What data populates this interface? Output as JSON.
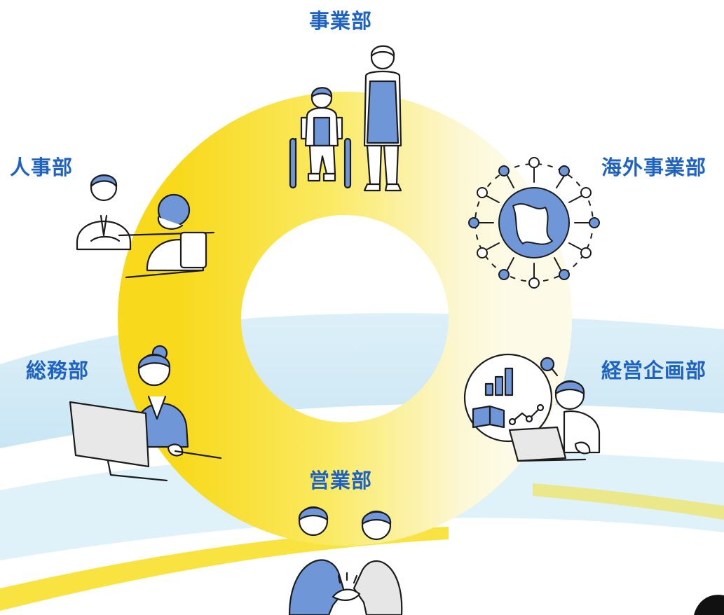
{
  "colors": {
    "label": "#1e63c4",
    "ring_yellow": "#f9e21e",
    "ring_fade": "#fbf6c9",
    "sky_band": "#cfe9f6",
    "figure_blue": "#6f97d8",
    "line": "#1c1c1c",
    "skin": "#ffffff"
  },
  "departments": {
    "top": {
      "label": "事業部",
      "icon": "caregiver-wheelchair-icon"
    },
    "top_left": {
      "label": "人事部",
      "icon": "interview-icon"
    },
    "top_right": {
      "label": "海外事業部",
      "icon": "globe-people-icon"
    },
    "bottom_left": {
      "label": "総務部",
      "icon": "office-worker-computer-icon"
    },
    "bottom_right": {
      "label": "経営企画部",
      "icon": "analytics-laptop-icon"
    },
    "bottom": {
      "label": "営業部",
      "icon": "handshake-icon"
    }
  }
}
